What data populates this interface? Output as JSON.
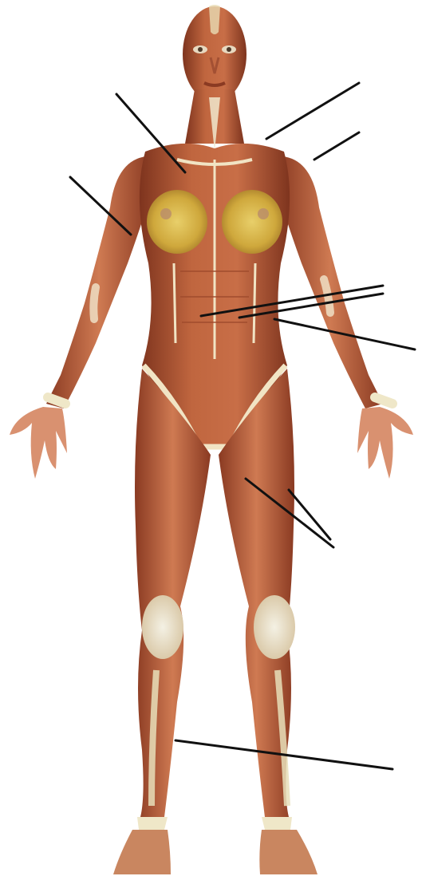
{
  "figure": {
    "subject": "female-anatomy-muscles",
    "view": "anterior",
    "labels_printed": false
  },
  "leader_lines": [
    {
      "id": "chest"
    },
    {
      "id": "upper-arm"
    },
    {
      "id": "neck"
    },
    {
      "id": "shoulder"
    },
    {
      "id": "abdomen-a"
    },
    {
      "id": "abdomen-b"
    },
    {
      "id": "oblique"
    },
    {
      "id": "thigh-a"
    },
    {
      "id": "thigh-b"
    },
    {
      "id": "shin"
    }
  ],
  "colors": {
    "background": "#ffffff",
    "muscle_dark": "#8e3f26",
    "muscle_mid": "#c0663f",
    "muscle_light": "#dc9672",
    "tendon": "#efe7c8",
    "breast_tissue": "#d8b748",
    "leader_line": "#111111"
  }
}
